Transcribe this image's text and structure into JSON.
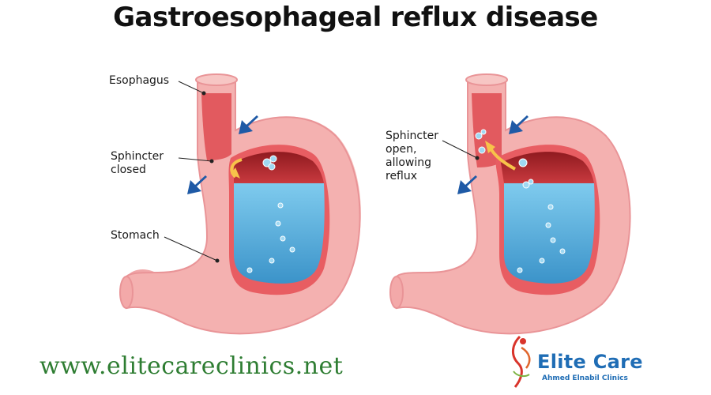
{
  "title": "Gastroesophageal reflux disease",
  "left_diagram": {
    "labels": {
      "esophagus": "Esophagus",
      "sphincter": "Sphincter\nclosed",
      "stomach": "Stomach"
    }
  },
  "right_diagram": {
    "labels": {
      "sphincter": "Sphincter\nopen,\nallowing\nreflux"
    }
  },
  "footer": {
    "website": "www.elitecareclinics.net",
    "brand_name": "Elite Care",
    "brand_subtitle": "Ahmed Elnabil Clinics"
  },
  "colors": {
    "stomach_wall": "#f3b3b3",
    "stomach_lining": "#e85d62",
    "gastric_fluid": "#5ab4e0",
    "gastric_acid": "#b8262c",
    "arrow": "#1f5aa6",
    "website_text": "#2e7d32",
    "brand": "#1f6db5"
  },
  "icons": [
    "pressure-arrow-icon",
    "reflux-arrow-icon",
    "bubble-icon",
    "elite-care-logo-icon"
  ]
}
